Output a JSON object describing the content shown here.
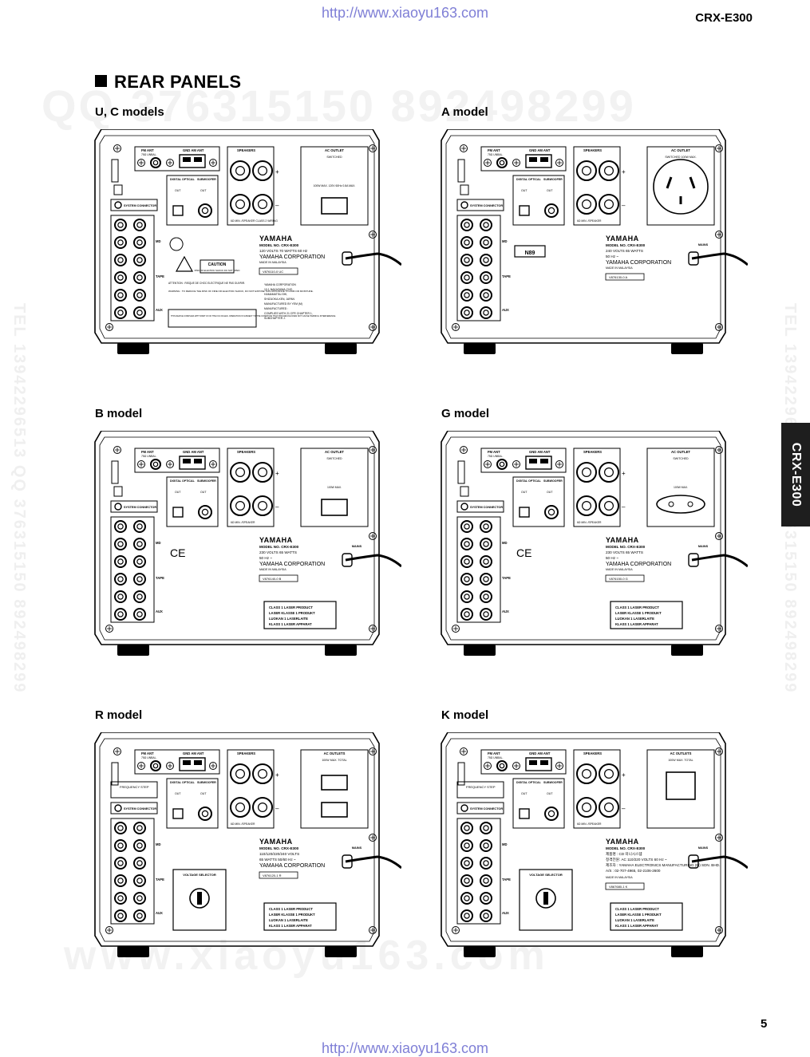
{
  "header": {
    "url_top": "http://www.xiaoyu163.com",
    "model_code": "CRX-E300"
  },
  "section_title": "REAR PANELS",
  "watermarks": {
    "qq": "QQ 376315150   892498299",
    "site": "www.xiaoyu163.com",
    "left": "TEL 13942296513  QQ 376315150  892498299",
    "right": "TEL 13942296513  QQ 376315150  892498299"
  },
  "panels": [
    {
      "label": "U, C models",
      "outlet": "AC OUTLET",
      "outlet_note": "SWITCHED",
      "outlet_spec": "100W MAX. 120V 60Hz 0.8A MAX.",
      "speaker_note": "6Ω MIN. /SPEAKER CLASS 2 WIRING",
      "rating": [
        "MODEL NO.  CRX-E300",
        "120 VOLTS   70 WATTS   60 Hz"
      ],
      "made_in": "MADE IN MALAYSIA",
      "version": "V876110-0 UC",
      "warnings": [
        "CAUTION",
        "RISK OF ELECTRIC SHOCK DO NOT OPEN",
        "ATTENTION : RISQUE DE CHOC ELECTRIQUE NE PAS OUVRIR.",
        "WARNING : TO REDUCE THE RISK OF FIRE OR ELECTRIC SHOCK, DO NOT EXPOSE THIS APPLIANCE TO RAIN OR MOISTURE.",
        "THIS DEVICE COMPLIES WITH PART 15 OF THE FCC RULES. OPERATION IS SUBJECT TO THE CONDITION THAT THIS DEVICE DOES NOT CAUSE HARMFUL INTERFERENCE."
      ],
      "address": [
        "YAMAHA CORPORATION",
        "10-1 NAKAZAWA-CHO,",
        "HAMAMATSU-SHI,",
        "SHIZUOKA-KEN, JAPAN",
        "MANUFACTURED BY YEM (M)",
        "MANUFACTURED :",
        "COMPLIES WITH 21 CFR CHAPTER 1,",
        "SUBCHAPTER J."
      ]
    },
    {
      "label": "A model",
      "outlet": "AC OUTLET",
      "outlet_note": "SWITCHED 100W MAX.",
      "outlet_spec": "",
      "speaker_note": "6Ω MIN. /SPEAKER",
      "rating": [
        "MODEL NO.  CRX-E300",
        "240 VOLTS     65 WATTS",
        "50 Hz  ~"
      ],
      "made_in": "MADE IN MALAYSIA",
      "version": "V876130-0 A",
      "badge": "N89",
      "mains": "MAINS"
    },
    {
      "label": "B model",
      "outlet": "AC OUTLET",
      "outlet_note": "SWITCHED",
      "outlet_spec": "100W MAX.",
      "speaker_note": "6Ω MIN. /SPEAKER",
      "rating": [
        "MODEL NO.  CRX-E300",
        "230 VOLTS     65 WATTS",
        "50 Hz  ~"
      ],
      "made_in": "MADE IN MALAYSIA",
      "version": "V876140-0 B",
      "mains": "MAINS",
      "ce": "CE",
      "laser": [
        "CLASS 1 LASER PRODUCT",
        "LASER KLASSE 1 PRODUKT",
        "LUOKAN 1 LASERLAITE",
        "KLASS 1 LASER APPARAT"
      ]
    },
    {
      "label": "G model",
      "outlet": "AC OUTLET",
      "outlet_note": "SWITCHED",
      "outlet_spec": "100W MAX.",
      "speaker_note": "6Ω MIN. /SPEAKER",
      "rating": [
        "MODEL NO.  CRX-E300",
        "230 VOLTS     65 WATTS",
        "50 Hz  ~"
      ],
      "made_in": "MADE IN MALAYSIA",
      "version": "V876150-0 G",
      "mains": "MAINS",
      "ce": "CE",
      "laser": [
        "CLASS 1 LASER PRODUCT",
        "LASER KLASSE 1 PRODUKT",
        "LUOKAN 1 LASERLAITE",
        "KLASS 1 LASER APPARAT"
      ]
    },
    {
      "label": "R model",
      "outlet": "AC OUTLETS",
      "outlet_note": "100W MAX. TOTAL",
      "outlet_spec": "",
      "speaker_note": "6Ω MIN. /SPEAKER",
      "rating": [
        "MODEL NO.  CRX-E300",
        "110/120/220/240 VOLTS",
        "65 WATTS   50/60 Hz  ~"
      ],
      "made_in": "",
      "version": "V876120-1 R",
      "mains": "MAINS",
      "selector": "VOLTAGE SELECTOR",
      "freq_step": "FREQUENCY STEP",
      "laser": [
        "CLASS 1 LASER PRODUCT",
        "LASER KLASSE 1 PRODUKT",
        "LUOKAN 1 LASERLAITE",
        "KLASS 1 LASER APPARAT"
      ]
    },
    {
      "label": "K model",
      "outlet": "AC OUTLETS",
      "outlet_note": "100W MAX. TOTAL",
      "outlet_spec": "",
      "speaker_note": "6Ω MIN. /SPEAKER",
      "rating": [
        "MODEL NO.  CRX-E300",
        "제품명 : CD 미니시스템",
        "정격전원: AC 110/220 VOLTS  60 Hz ~",
        "제조자 : YAMAHA ELECTRONICS MANUFACTURING (M) SDN. BHD.",
        "A/S : 02-707-4965, 02-2106-2600"
      ],
      "made_in": "MADE IN MALAYSIA",
      "version": "V867680-1 K",
      "mains": "MAINS",
      "selector": "VOLTAGE SELECTOR",
      "freq_step": "FREQUENCY STEP",
      "laser": [
        "CLASS 1 LASER PRODUCT",
        "LASER KLASSE 1 PRODUKT",
        "LUOKAN 1 LASERLAITE",
        "KLASS 1 LASER APPARAT"
      ]
    }
  ],
  "common": {
    "fm_ant": "FM ANT",
    "gnd_am": "GND    AM ANT",
    "speakers": "SPEAKERS",
    "digital": "DIGITAL OPTICAL",
    "subwoofer": "SUBWOOFER",
    "out": "OUT",
    "system_connector": "SYSTEM CONNECTOR",
    "brand": "YAMAHA",
    "corp": "YAMAHA CORPORATION",
    "fm_ohm": "75Ω UNBAL.",
    "jacks": [
      "MD",
      "TAPE",
      "AUX"
    ]
  },
  "side_tab": "CRX-E300",
  "page_number": "5",
  "footer": {
    "url_bottom": "http://www.xiaoyu163.com"
  }
}
